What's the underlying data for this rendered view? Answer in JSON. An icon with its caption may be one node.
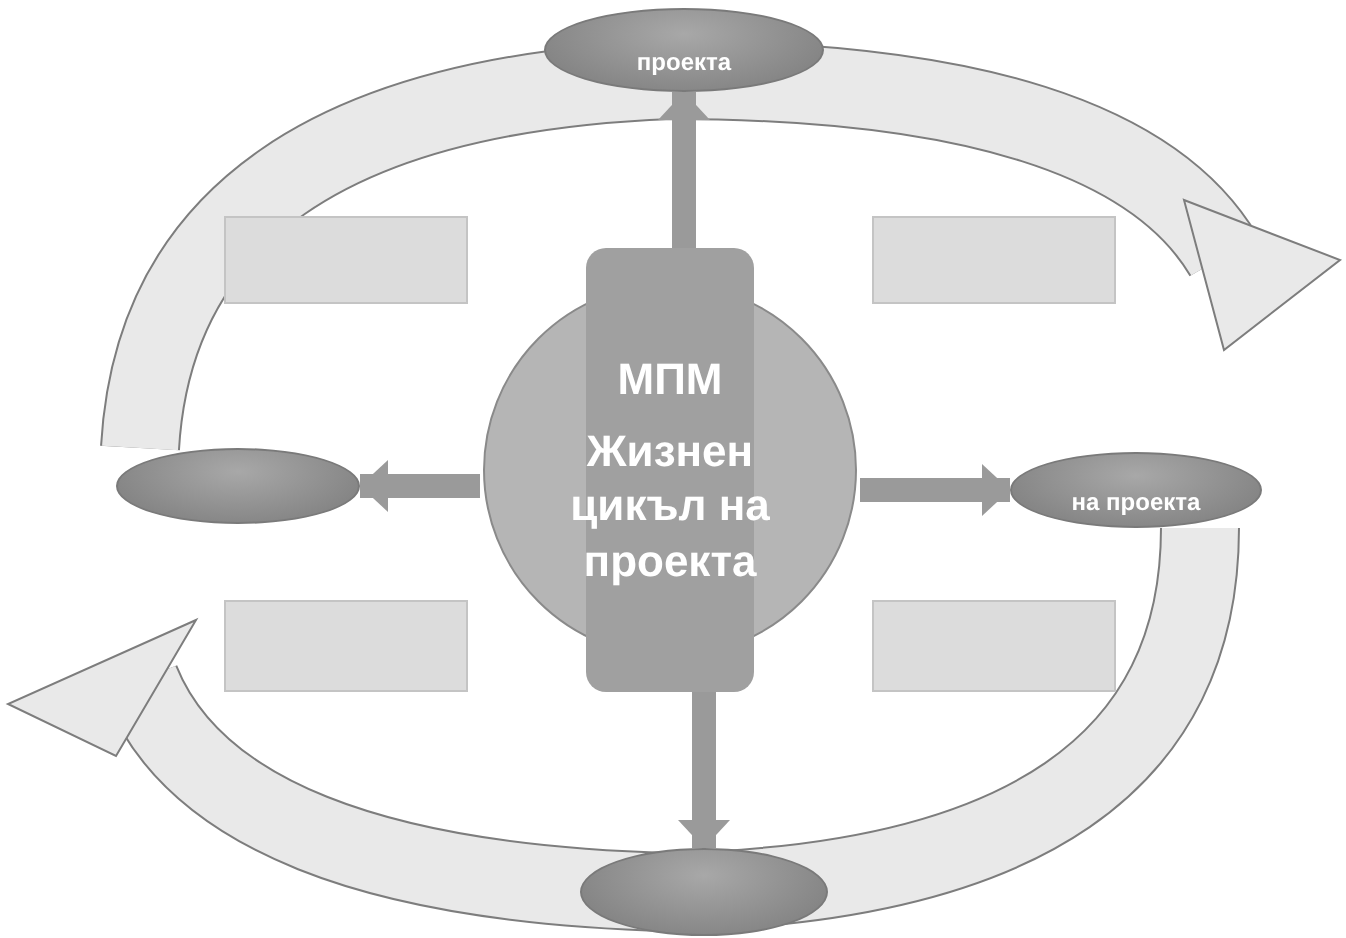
{
  "diagram": {
    "nodes": [
      {
        "text": [
          "проекта"
        ]
      },
      {
        "text": [],
        "shape": "box"
      },
      {
        "text": [],
        "shape": "box"
      },
      {
        "text": [
          "МПМ",
          "Жизнен цикъл на проекта"
        ]
      },
      {
        "text": [],
        "shape": "ellipse"
      },
      {
        "text": [
          "на проекта"
        ]
      },
      {
        "text": [],
        "shape": "box"
      },
      {
        "text": [],
        "shape": "box"
      },
      {
        "text": [],
        "shape": "ellipse"
      }
    ],
    "edges": [
      {
        "from": 3,
        "to": 0,
        "arrow": "to"
      },
      {
        "from": 3,
        "to": 4,
        "arrow": "to"
      },
      {
        "from": 3,
        "to": 5,
        "arrow": "to"
      },
      {
        "from": 3,
        "to": 8,
        "arrow": "to"
      }
    ]
  }
}
